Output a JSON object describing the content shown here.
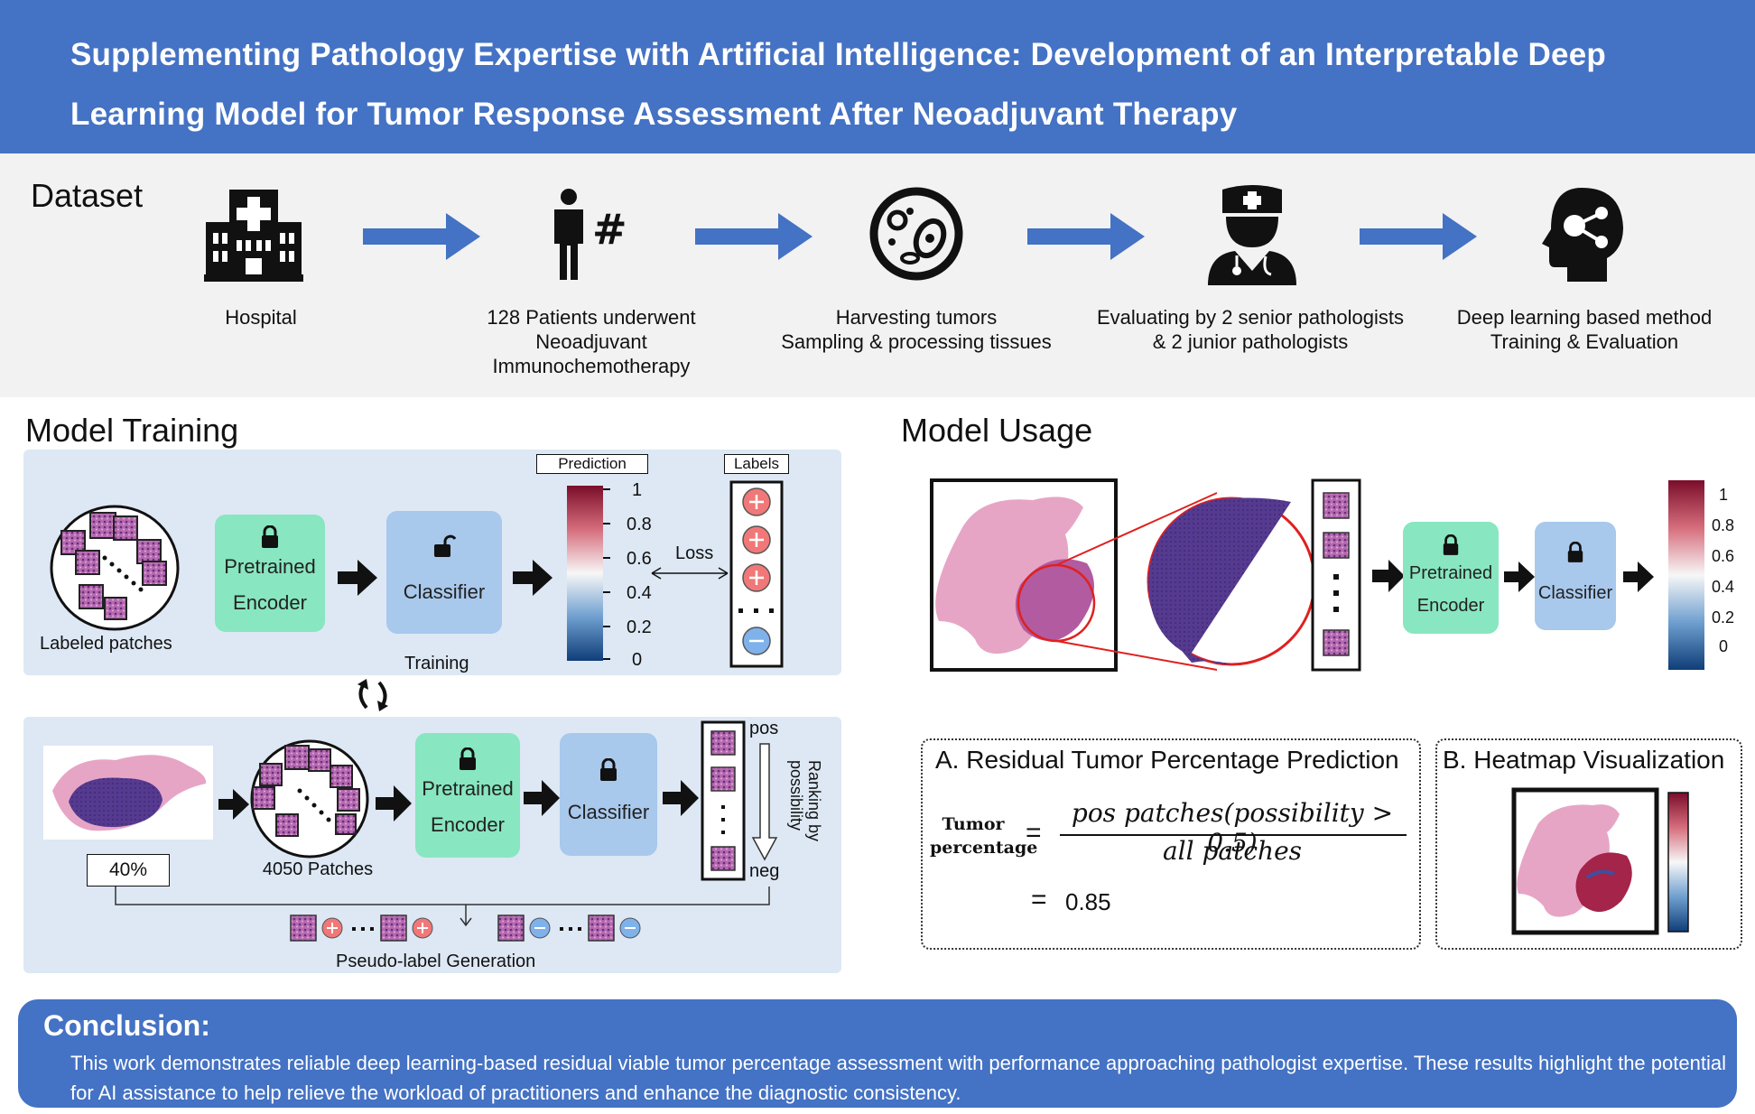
{
  "title": {
    "line1": "Supplementing Pathology Expertise with Artificial Intelligence: Development of an Interpretable Deep",
    "line2": "Learning Model for Tumor Response Assessment After Neoadjuvant Therapy"
  },
  "dataset": {
    "heading": "Dataset",
    "steps": [
      {
        "icon": "hospital-icon",
        "line1": "Hospital",
        "line2": "",
        "line3": ""
      },
      {
        "icon": "patient-count-icon",
        "line1": "128 Patients underwent",
        "line2": "Neoadjuvant",
        "line3": "Immunochemotherapy"
      },
      {
        "icon": "cells-icon",
        "line1": "Harvesting tumors",
        "line2": "Sampling & processing tissues",
        "line3": ""
      },
      {
        "icon": "doctor-icon",
        "line1": "Evaluating by 2 senior pathologists",
        "line2": "& 2 junior pathologists",
        "line3": ""
      },
      {
        "icon": "brain-head-icon",
        "line1": "Deep learning based method",
        "line2": "Training & Evaluation",
        "line3": ""
      }
    ]
  },
  "training": {
    "heading": "Model Training",
    "labeled_patches": "Labeled patches",
    "encoder_l1": "Pretrained",
    "encoder_l2": "Encoder",
    "classifier": "Classifier",
    "prediction": "Prediction",
    "labels": "Labels",
    "loss": "Loss",
    "training": "Training",
    "colorbar_ticks": [
      "1",
      "0.8",
      "0.6",
      "0.4",
      "0.2",
      "0"
    ],
    "percent": "40%",
    "patches": "4050 Patches",
    "pos": "pos",
    "neg": "neg",
    "ranking": "Ranking by possibility",
    "pseudo": "Pseudo-label Generation"
  },
  "usage": {
    "heading": "Model Usage",
    "encoder_l1": "Pretrained",
    "encoder_l2": "Encoder",
    "classifier": "Classifier",
    "colorbar_ticks": [
      "1",
      "0.8",
      "0.6",
      "0.4",
      "0.2",
      "0"
    ]
  },
  "residual": {
    "heading": "A. Residual Tumor Percentage Prediction",
    "lhs_l1": "Tumor",
    "lhs_l2": "percentage",
    "numerator": "pos patches(possibility > 0.5)",
    "denominator": "all patches",
    "result": "0.85",
    "eq": "="
  },
  "heatmap": {
    "heading": "B. Heatmap Visualization"
  },
  "conclusion": {
    "heading": "Conclusion:",
    "text": "This work demonstrates reliable deep learning-based residual viable tumor percentage assessment with performance approaching pathologist expertise. These results highlight the potential for AI assistance to help relieve the workload of practitioners and enhance the diagnostic consistency."
  },
  "colors": {
    "banner": "#4472c4",
    "arrow": "#4472c4",
    "encoder": "#88e6c0",
    "classifier": "#a8c8ec",
    "panel": "#dde8f4",
    "tissue_pink": "#e7a5c6",
    "tissue_purple": "#5a3d8f"
  }
}
